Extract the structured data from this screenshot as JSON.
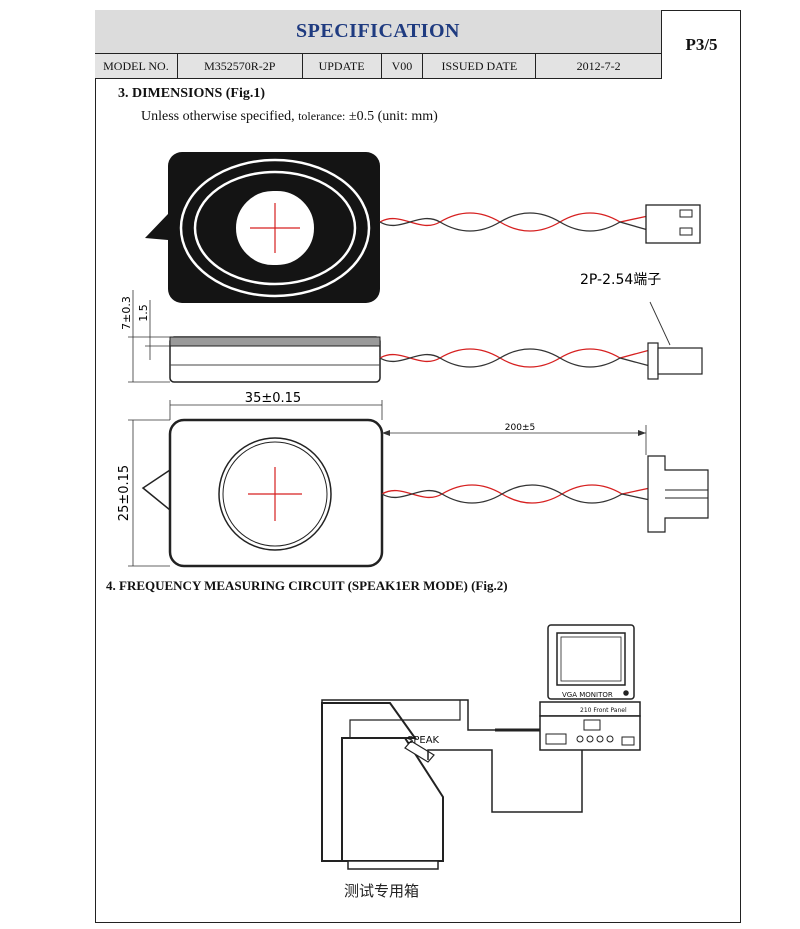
{
  "header": {
    "title": "SPECIFICATION",
    "page": "P3/5",
    "model_label": "MODEL NO.",
    "model_value": "M352570R-2P",
    "update_label": "UPDATE",
    "update_value": "V00",
    "issued_label": "ISSUED DATE",
    "issued_value": "2012-7-2"
  },
  "section3": {
    "title": "3.   DIMENSIONS (Fig.1)",
    "note_main": "Unless otherwise specified,",
    "note_small": "tolerance:",
    "note_tail": "±0.5    (unit: mm)"
  },
  "figure1": {
    "connector_label": "2P-2.54端子",
    "height_dim": "7±0.3",
    "thickness_dim": "1.5",
    "width_dim": "35±0.15",
    "depth_dim": "25±0.15",
    "cable_dim": "200±5"
  },
  "section4": {
    "title": "4.    FREQUENCY MEASURING CIRCUIT (SPEAK1ER MODE)    (Fig.2)"
  },
  "figure2": {
    "monitor_label": "VGA  MONITOR",
    "panel_label": "210 Front Panel",
    "speak_label": "SPEAK",
    "box_label": "测试专用箱"
  }
}
